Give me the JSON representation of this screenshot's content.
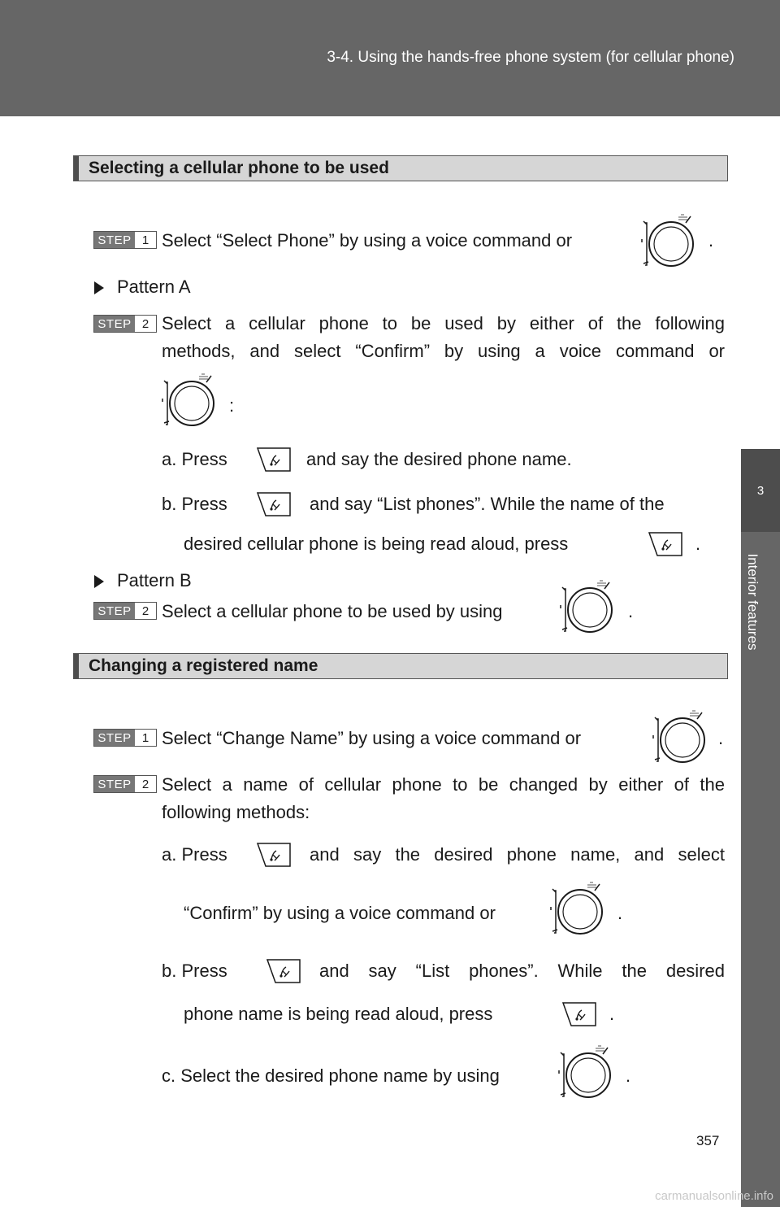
{
  "header": {
    "title": "3-4. Using the hands-free phone system (for cellular phone)"
  },
  "side_tab": {
    "chapter_number": "3",
    "label": "Interior features"
  },
  "page_number": "357",
  "watermark": "carmanualsonline.info",
  "step_word": "STEP",
  "section1": {
    "title": "Selecting a cellular phone to be used",
    "step1": {
      "number": "1",
      "text": "Select “Select Phone” by using a voice command or",
      "end": "."
    },
    "pattern_a": "Pattern A",
    "step2a": {
      "number": "2",
      "line1": "Select a cellular phone to be used by either of the following",
      "line2": "methods, and select “Confirm” by using a voice command or",
      "line3_end": ":"
    },
    "option_a": {
      "prefix": "a. Press",
      "suffix": "and say the desired phone name."
    },
    "option_b": {
      "prefix": "b. Press",
      "suffix": "and say “List phones”. While the name of the",
      "line2": "desired cellular phone is being read aloud, press",
      "end": "."
    },
    "pattern_b": "Pattern B",
    "step2b": {
      "number": "2",
      "text": "Select a cellular phone to be used by using",
      "end": "."
    }
  },
  "section2": {
    "title": "Changing a registered name",
    "step1": {
      "number": "1",
      "text": "Select “Change Name” by using a voice command or",
      "end": "."
    },
    "step2": {
      "number": "2",
      "line1": "Select a name of cellular phone to be changed by either of the",
      "line2": "following methods:"
    },
    "option_a": {
      "prefix": "a. Press",
      "suffix": "and say the desired phone name, and select",
      "line2": "“Confirm” by using a voice command or",
      "end": "."
    },
    "option_b": {
      "prefix": "b. Press",
      "suffix": "and say “List phones”. While the desired",
      "line2": "phone name is being read aloud, press",
      "end": "."
    },
    "option_c": {
      "text": "c. Select the desired phone name by using",
      "end": "."
    }
  },
  "icons": {
    "knob": "tune-file-knob-icon",
    "talk": "talk-switch-icon"
  }
}
